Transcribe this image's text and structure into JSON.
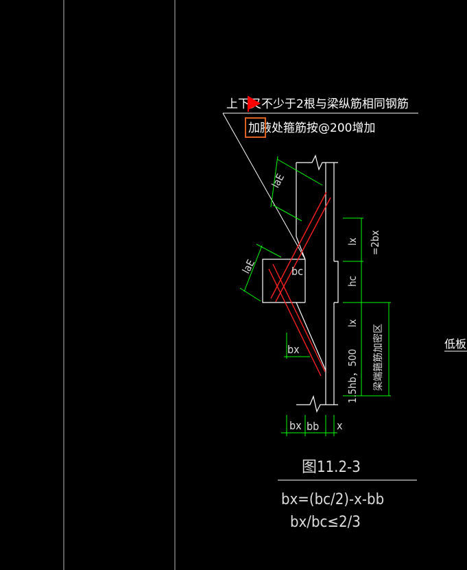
{
  "notes": {
    "line1": "上下又不少于2根与梁纵筋相同钢筋",
    "line2": "加腋处箍筋按@200增加"
  },
  "labels": {
    "laE_upper": "laE",
    "laE_lower": "laE",
    "bc": "bc",
    "bx_side": "bx",
    "lx_upper": "lx",
    "hc": "hc",
    "lx_lower": "lx",
    "eq_2bx": "=2bx",
    "hb_500": "1.5hb，500",
    "dense_zone": "梁端箍筋加密区",
    "bottom_bx": "bx",
    "bottom_bb": "bb",
    "bottom_x": "x",
    "right_cut": "低板面"
  },
  "figure": {
    "title": "图11.2-3",
    "formula1": "bx=(bc/2)-x-bb",
    "formula2": "bx/bc≤2/3"
  },
  "colors": {
    "background": "#000000",
    "lines": "#ffffff",
    "dimension": "#00ff00",
    "rebar": "#ff2020",
    "flag": "#ff0000",
    "selection": "#e06020"
  }
}
